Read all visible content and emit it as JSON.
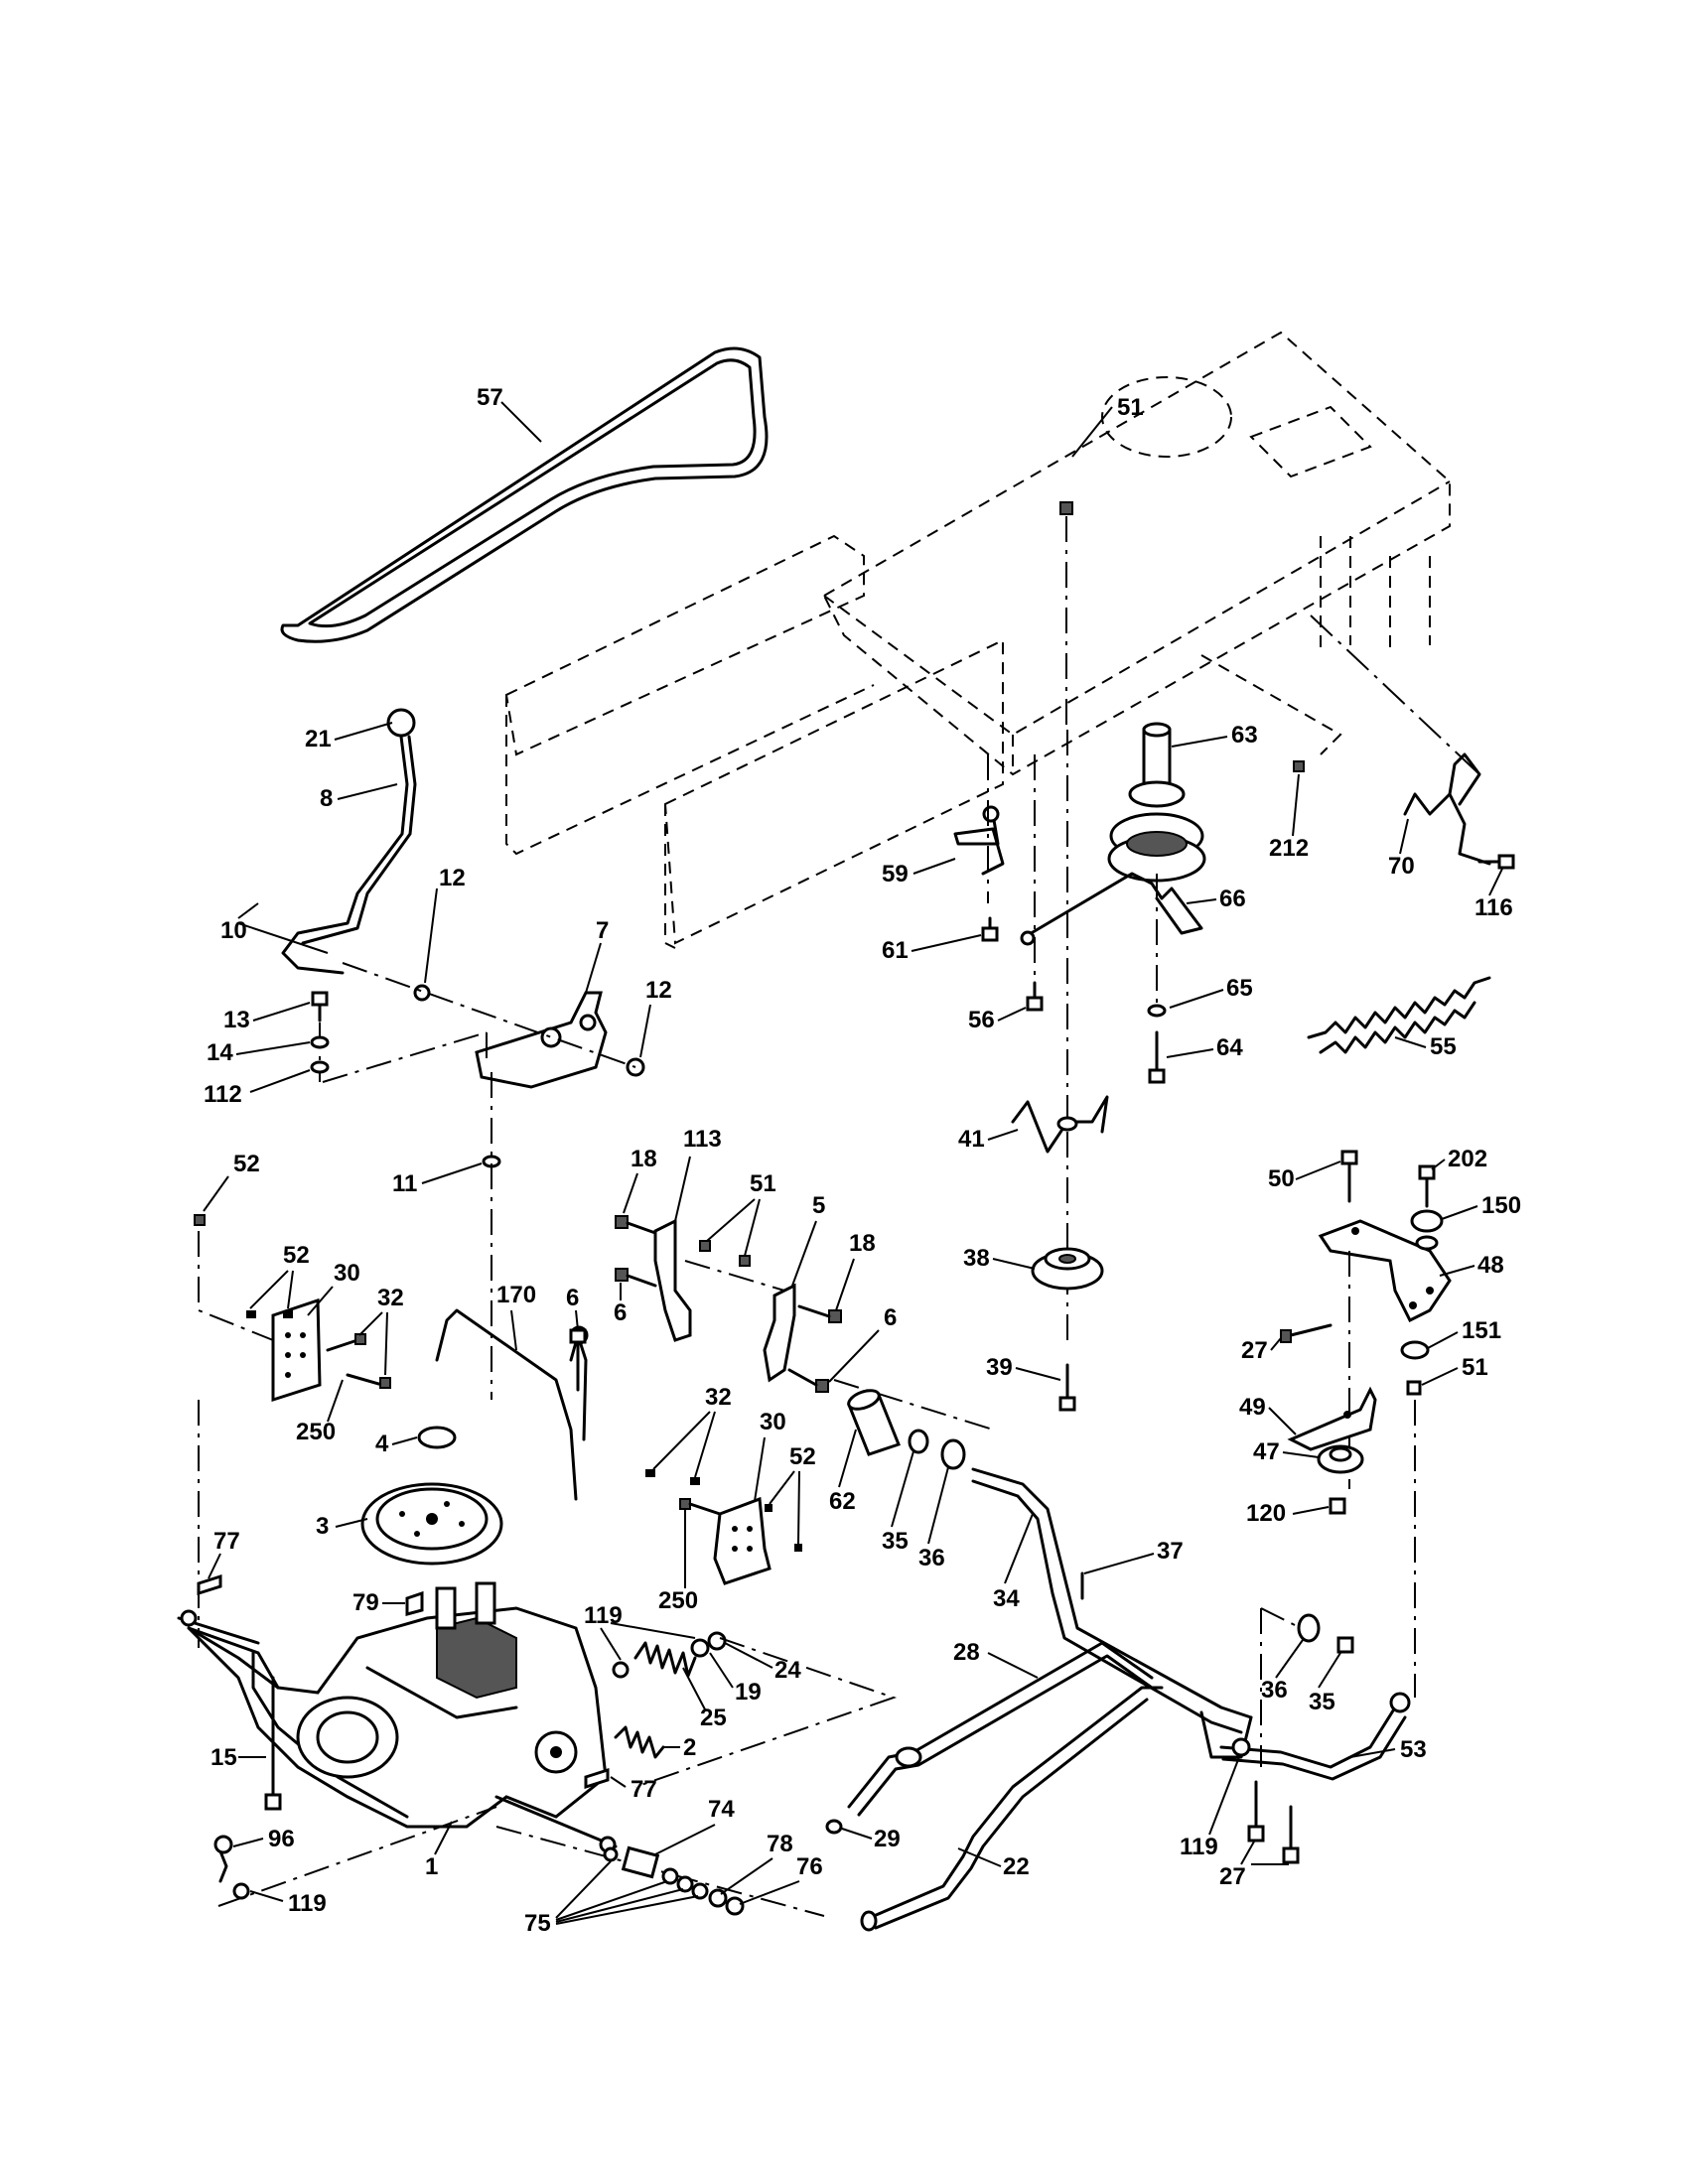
{
  "labels": {
    "l57": "57",
    "l51a": "51",
    "l21": "21",
    "l8": "8",
    "l10": "10",
    "l12a": "12",
    "l7": "7",
    "l12b": "12",
    "l13": "13",
    "l14": "14",
    "l112": "112",
    "l63": "63",
    "l212": "212",
    "l70": "70",
    "l116": "116",
    "l59": "59",
    "l61": "61",
    "l66": "66",
    "l56": "56",
    "l65": "65",
    "l64": "64",
    "l55": "55",
    "l41": "41",
    "l18a": "18",
    "l113": "113",
    "l51b": "51",
    "l5": "5",
    "l18b": "18",
    "l6a": "6",
    "l6b": "6",
    "l11": "11",
    "l52a": "52",
    "l52b": "52",
    "l30a": "30",
    "l32a": "32",
    "l170": "170",
    "l6c": "6",
    "l250a": "250",
    "l4": "4",
    "l3": "3",
    "l77a": "77",
    "l79": "79",
    "l50": "50",
    "l202": "202",
    "l150": "150",
    "l48": "48",
    "l27a": "27",
    "l151": "151",
    "l51c": "51",
    "l49": "49",
    "l47": "47",
    "l120": "120",
    "l38": "38",
    "l39": "39",
    "l32b": "32",
    "l30b": "30",
    "l52c": "52",
    "l250b": "250",
    "l62": "62",
    "l35a": "35",
    "l36a": "36",
    "l34": "34",
    "l37": "37",
    "l119a": "119",
    "l19": "19",
    "l24": "24",
    "l25": "25",
    "l2": "2",
    "l15": "15",
    "l77b": "77",
    "l1": "1",
    "l96": "96",
    "l119b": "119",
    "l74": "74",
    "l75": "75",
    "l78": "78",
    "l76": "76",
    "l28": "28",
    "l29": "29",
    "l22": "22",
    "l36b": "36",
    "l35b": "35",
    "l53": "53",
    "l119c": "119",
    "l27b": "27"
  }
}
